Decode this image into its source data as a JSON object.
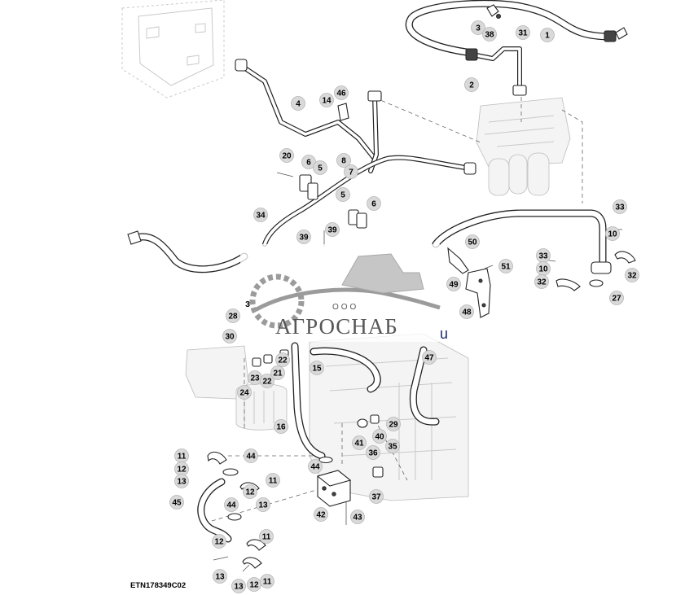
{
  "document": {
    "reference_code": "ETN178349C02"
  },
  "watermark": {
    "company_prefix": "ООО",
    "company_name": "АГРОСНАБ",
    "stray_glyph": "u"
  },
  "callouts": [
    "1",
    "2",
    "3",
    "38",
    "31",
    "4",
    "14",
    "46",
    "20",
    "6",
    "5",
    "8",
    "7",
    "5",
    "6",
    "34",
    "39",
    "39",
    "33",
    "10",
    "32",
    "33",
    "10",
    "32",
    "27",
    "50",
    "51",
    "49",
    "48",
    "28",
    "30",
    "22",
    "23",
    "22",
    "21",
    "24",
    "15",
    "47",
    "16",
    "29",
    "40",
    "41",
    "36",
    "35",
    "44",
    "37",
    "42",
    "43",
    "11",
    "44",
    "12",
    "13",
    "11",
    "12",
    "13",
    "45",
    "44",
    "12",
    "11",
    "13",
    "13",
    "12",
    "11"
  ]
}
